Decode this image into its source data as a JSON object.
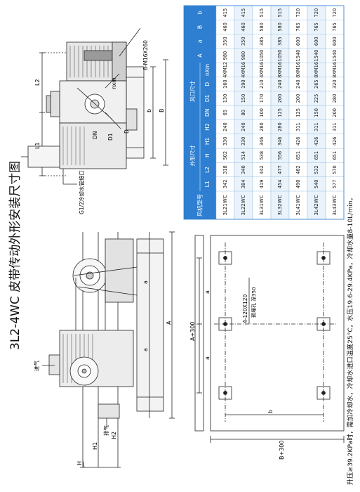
{
  "title": "3L2-4WC 皮带传动外形安装尺寸图",
  "footnote": "升压≥39.2KPa时，需加冷却水，冷却水进口温度25°C，水压19.6-29.4KPa，冷却水量8-10L/min。",
  "table": {
    "group_model": "风机型号",
    "group_outer": "外形尺寸",
    "group_port": "风口尺寸",
    "outer_cols": [
      "L1",
      "L2",
      "H",
      "H1",
      "H2"
    ],
    "port_cols": [
      "DN",
      "D1",
      "D",
      "nXm"
    ],
    "tail_cols": [
      "A",
      "a",
      "B",
      "b"
    ],
    "rows": [
      {
        "model": "3L21WC",
        "vals": [
          "342",
          "318",
          "502",
          "330",
          "240",
          "65",
          "130",
          "160",
          "4XM12",
          "980",
          "350",
          "460",
          "415"
        ]
      },
      {
        "model": "3L22WC",
        "vals": [
          "384",
          "340",
          "514",
          "330",
          "240",
          "80",
          "150",
          "190",
          "4XM16",
          "980",
          "350",
          "460",
          "415"
        ]
      },
      {
        "model": "3L31WC",
        "vals": [
          "419",
          "442",
          "538",
          "346",
          "280",
          "100",
          "170",
          "210",
          "4XM16",
          "1050",
          "385",
          "580",
          "515"
        ]
      },
      {
        "model": "3L32WC",
        "vals": [
          "454",
          "477",
          "556",
          "346",
          "280",
          "125",
          "200",
          "240",
          "8XM16",
          "1050",
          "385",
          "580",
          "515"
        ]
      },
      {
        "model": "3L41WC",
        "vals": [
          "490",
          "482",
          "651",
          "426",
          "311",
          "125",
          "200",
          "240",
          "8XM16",
          "1540",
          "600",
          "765",
          "720"
        ]
      },
      {
        "model": "3L42WC",
        "vals": [
          "540",
          "532",
          "651",
          "426",
          "311",
          "150",
          "225",
          "265",
          "8XM16",
          "1540",
          "600",
          "765",
          "720"
        ]
      },
      {
        "model": "3L43WC",
        "vals": [
          "577",
          "570",
          "651",
          "426",
          "311",
          "200",
          "280",
          "320",
          "8XM16",
          "1540",
          "600",
          "765",
          "720"
        ]
      }
    ]
  },
  "labels": {
    "thread_note": "G1/2冷却水管接口",
    "flange_bolt": "8-M16X260",
    "nxm": "nxm",
    "dn": "DN",
    "d1": "D1",
    "d": "D",
    "l1": "L1",
    "l2": "L2",
    "b": "b",
    "B": "B",
    "inlet": "进气",
    "outlet": "排气",
    "A": "A",
    "a": "a",
    "Aplus": "A+300",
    "Bplus": "B+300",
    "anchor": "4-120X120",
    "anchor2": "预埋孔 深350",
    "H": "H",
    "H1": "H1",
    "H2": "H2"
  }
}
